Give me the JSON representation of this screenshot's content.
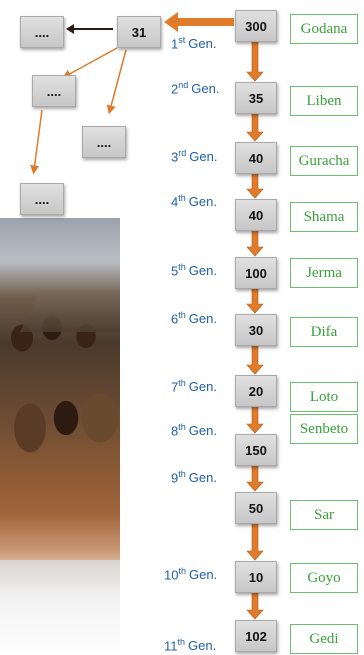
{
  "generations": [
    {
      "number": "1",
      "suffix": "st",
      "value": "300",
      "name": "Godana"
    },
    {
      "number": "2",
      "suffix": "nd",
      "value": "35",
      "name": "Liben"
    },
    {
      "number": "3",
      "suffix": "rd",
      "value": "40",
      "name": "Guracha"
    },
    {
      "number": "4",
      "suffix": "th",
      "value": "40",
      "name": "Shama"
    },
    {
      "number": "5",
      "suffix": "th",
      "value": "100",
      "name": "Jerma"
    },
    {
      "number": "6",
      "suffix": "th",
      "value": "30",
      "name": "Difa"
    },
    {
      "number": "7",
      "suffix": "th",
      "value": "20",
      "name": "Loto"
    },
    {
      "number": "8",
      "suffix": "th",
      "value": "150",
      "name": "Senbeto"
    },
    {
      "number": "9",
      "suffix": "th",
      "value": "50",
      "name": "Sar"
    },
    {
      "number": "10",
      "suffix": "th",
      "value": "10",
      "name": "Goyo"
    },
    {
      "number": "11",
      "suffix": "th",
      "value": "102",
      "name": "Gedi"
    }
  ],
  "gen_word": "Gen.",
  "branch": {
    "value": "31",
    "children": [
      "....",
      "....",
      "....",
      "...."
    ]
  },
  "colors": {
    "arrow": "#e07b2b",
    "gen_label": "#1f5fa8",
    "name_text": "#3aa23a",
    "name_border": "#6cbf6c",
    "box_fill": "#d3d3d3",
    "dark_arrow": "#2b1c14"
  }
}
